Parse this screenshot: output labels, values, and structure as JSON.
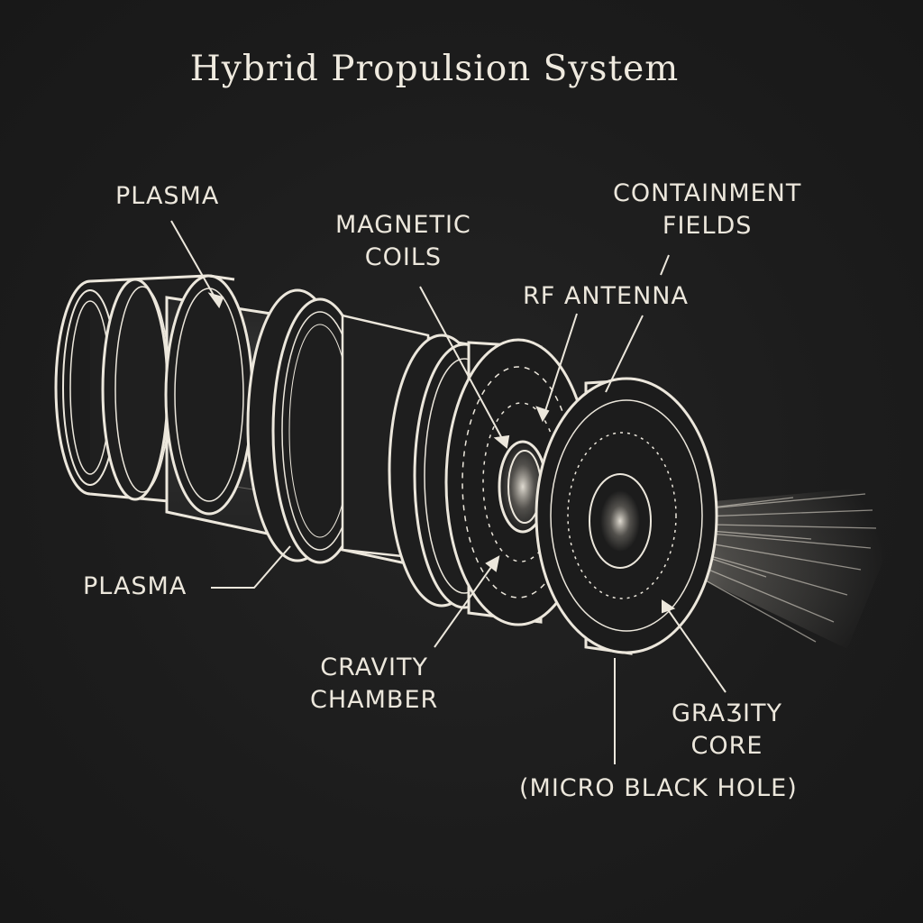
{
  "title": "Hybrid Propulsion System",
  "labels": {
    "plasma_top": "PLASMA",
    "magnetic_coils_line1": "MAGNETIC",
    "magnetic_coils_line2": "COILS",
    "containment_line1": "CONTAINMENT",
    "containment_line2": "FIELDS",
    "rf_antenna": "RF ANTENNA",
    "plasma_bottom": "PLASMA",
    "cravity_line1": "CRAVITY",
    "cravity_line2": "CHAMBER",
    "grasity_line1": "GRAƷITY",
    "grasity_line2": "CORE",
    "micro_black_hole": "(MICRO BLACK HOLE)"
  },
  "colors": {
    "background": "#1c1c1c",
    "ink": "#ece7dc"
  }
}
